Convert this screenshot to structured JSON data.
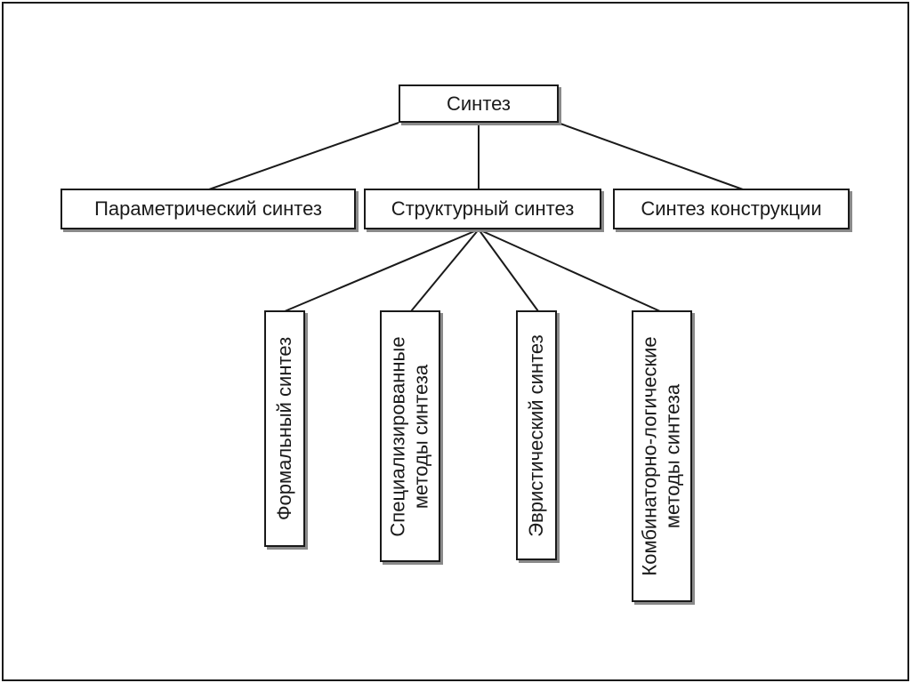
{
  "diagram": {
    "root": "Синтез",
    "level1": [
      "Параметрический синтез",
      "Структурный синтез",
      "Синтез конструкции"
    ],
    "structural_children": [
      {
        "lines": [
          "Формальный синтез"
        ]
      },
      {
        "lines": [
          "Специализированные",
          "методы синтеза"
        ]
      },
      {
        "lines": [
          "Эвристический синтез"
        ]
      },
      {
        "lines": [
          "Комбинаторно-логические",
          "методы синтеза"
        ]
      }
    ]
  }
}
